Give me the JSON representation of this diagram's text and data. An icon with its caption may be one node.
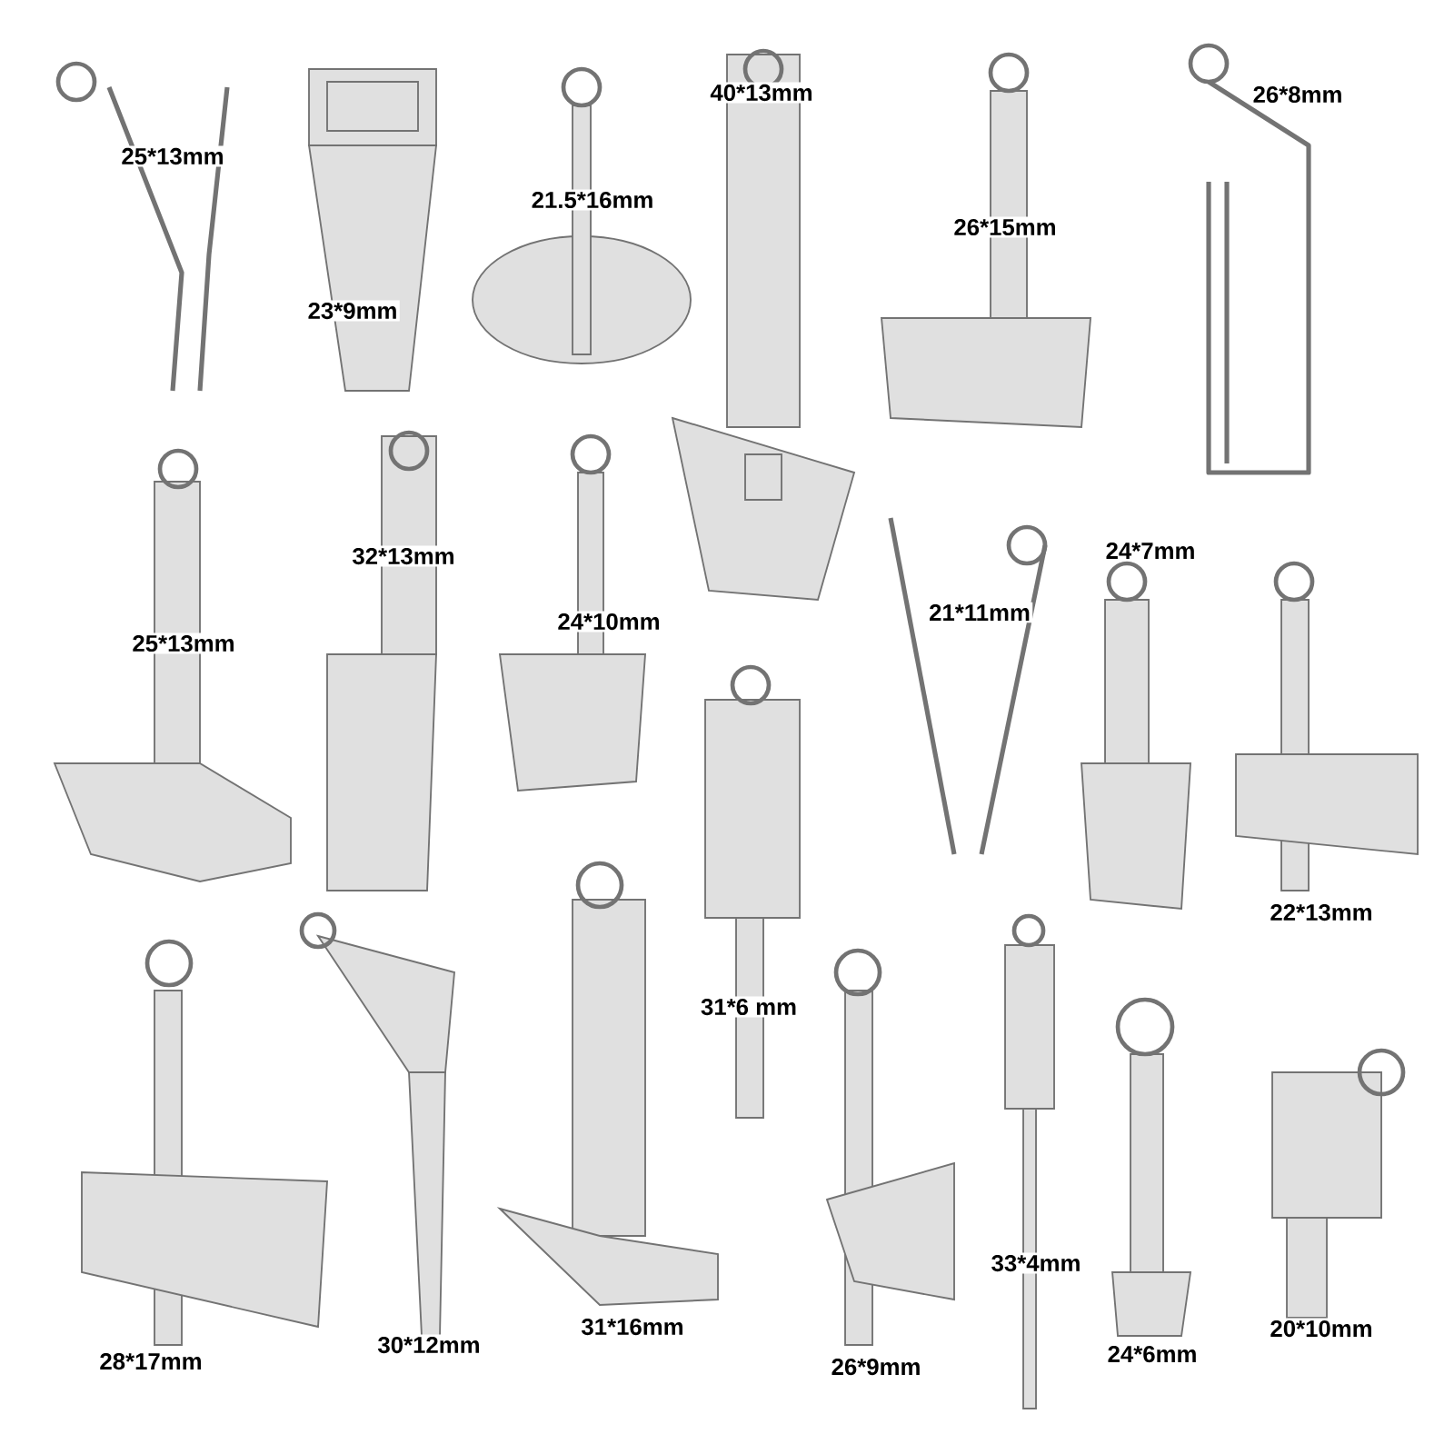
{
  "diagram": {
    "labels": [
      "25*13mm",
      "23*9mm",
      "21.5*16mm",
      "40*13mm",
      "26*15mm",
      "26*8mm",
      "32*13mm",
      "24*7mm",
      "21*11mm",
      "25*13mm",
      "24*10mm",
      "22*13mm",
      "31*6 mm",
      "28*17mm",
      "30*12mm",
      "31*16mm",
      "26*9mm",
      "33*4mm",
      "24*6mm",
      "20*10mm"
    ]
  }
}
